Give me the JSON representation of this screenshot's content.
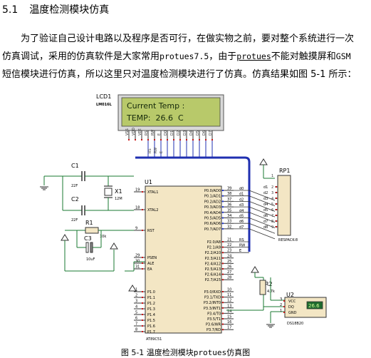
{
  "section": {
    "number": "5.1",
    "title": "温度检测模块仿真"
  },
  "paragraph": {
    "line1": "为了验证自己设计电路以及程序是否可行，在做实物之前，要对整个系统进行一次",
    "line2_a": "仿真调试，采用的仿真软件是大家常用",
    "line2_mono": "protues7.5",
    "line2_b": "，由于",
    "line2_mono2": "protues",
    "line2_c": "不能对触摸屏和",
    "line2_mono3": "GSM",
    "line3": "短信模块进行仿真，所以这里只对温度检测模块进行了仿真。仿真结果如图 5-1 所示："
  },
  "figure": {
    "lcd": {
      "ref": "LCD1",
      "model": "LM016L",
      "line1": "Current Temp :",
      "line2": "TEMP:  26.6  C",
      "pins": [
        "VSS",
        "VDD",
        "VEE",
        "RS",
        "RW",
        "E",
        "D0",
        "D1",
        "D2",
        "D3",
        "D4",
        "D5",
        "D6",
        "D7"
      ],
      "bus_labels": [
        "RS",
        "RW",
        "E"
      ]
    },
    "mcu": {
      "ref": "U1",
      "model": "AT89C51",
      "left_pins": [
        {
          "num": "19",
          "name": "XTAL1"
        },
        {
          "num": "18",
          "name": "XTAL2"
        },
        {
          "num": "9",
          "name": "RST"
        },
        {
          "num": "29",
          "name": "PSEN"
        },
        {
          "num": "30",
          "name": "ALE"
        },
        {
          "num": "31",
          "name": "EA"
        },
        {
          "num": "1",
          "name": "P1.0"
        },
        {
          "num": "2",
          "name": "P1.1"
        },
        {
          "num": "3",
          "name": "P1.2"
        },
        {
          "num": "4",
          "name": "P1.3"
        },
        {
          "num": "5",
          "name": "P1.4"
        },
        {
          "num": "6",
          "name": "P1.5"
        },
        {
          "num": "7",
          "name": "P1.6"
        },
        {
          "num": "8",
          "name": "P1.7"
        }
      ],
      "right_pins": [
        {
          "num": "39",
          "name": "P0.0/AD0"
        },
        {
          "num": "38",
          "name": "P0.1/AD1"
        },
        {
          "num": "37",
          "name": "P0.2/AD2"
        },
        {
          "num": "36",
          "name": "P0.3/AD3"
        },
        {
          "num": "35",
          "name": "P0.4/AD4"
        },
        {
          "num": "34",
          "name": "P0.5/AD5"
        },
        {
          "num": "33",
          "name": "P0.6/AD6"
        },
        {
          "num": "32",
          "name": "P0.7/AD7"
        },
        {
          "num": "21",
          "name": "P2.0/A8"
        },
        {
          "num": "22",
          "name": "P2.1/A9"
        },
        {
          "num": "23",
          "name": "P2.2/A10"
        },
        {
          "num": "24",
          "name": "P2.3/A11"
        },
        {
          "num": "25",
          "name": "P2.4/A12"
        },
        {
          "num": "26",
          "name": "P2.5/A13"
        },
        {
          "num": "27",
          "name": "P2.6/A14"
        },
        {
          "num": "28",
          "name": "P2.7/A15"
        },
        {
          "num": "10",
          "name": "P3.0/RXD"
        },
        {
          "num": "11",
          "name": "P3.1/TXD"
        },
        {
          "num": "12",
          "name": "P3.2/INT0"
        },
        {
          "num": "13",
          "name": "P3.3/INT1"
        },
        {
          "num": "14",
          "name": "P3.4/T0"
        },
        {
          "num": "15",
          "name": "P3.5/T1"
        },
        {
          "num": "16",
          "name": "P3.6/WR"
        },
        {
          "num": "17",
          "name": "P3.7/RD"
        }
      ],
      "p0_net": [
        "d0",
        "d1",
        "d2",
        "d3",
        "d4",
        "d5",
        "d6",
        "d7"
      ],
      "p2_net": [
        "RS",
        "RW",
        "E"
      ]
    },
    "c1": {
      "ref": "C1",
      "value": "22F"
    },
    "c2": {
      "ref": "C2",
      "value": "22F"
    },
    "x1": {
      "ref": "X1",
      "value": "12M"
    },
    "r1": {
      "ref": "R1",
      "value": "10k"
    },
    "c3": {
      "ref": "C3",
      "value": "10uF"
    },
    "rp1": {
      "ref": "RP1",
      "model": "RESPACK-8",
      "pin_nums": [
        "2",
        "3",
        "4",
        "5",
        "6",
        "7",
        "8",
        "9"
      ],
      "nets": [
        "d1",
        "d2",
        "d3",
        "d4",
        "d5",
        "d6",
        "d7",
        "d8"
      ],
      "common": "1"
    },
    "r2": {
      "ref": "R2",
      "value": "4.7k"
    },
    "u2": {
      "ref": "U2",
      "model": "DS18B20",
      "pins": [
        {
          "num": "",
          "name": "VCC"
        },
        {
          "num": "2",
          "name": "DQ"
        },
        {
          "num": "",
          "name": "GND"
        }
      ],
      "pin_nums": [
        "3",
        "2",
        "1"
      ],
      "display": "26.6"
    }
  },
  "caption": {
    "prefix": "图 5-1 温度检测模块",
    "mono": "protues",
    "suffix": "仿真图"
  },
  "colors": {
    "lcd_bg": "#b8c96a",
    "lcd_text": "#14280a",
    "bus": "#1f2fb0",
    "wire": "#1a7a30",
    "chip_fill": "#f3e6c4",
    "pin_red": "#cc1818",
    "pin_blue": "#2b3fd6"
  }
}
